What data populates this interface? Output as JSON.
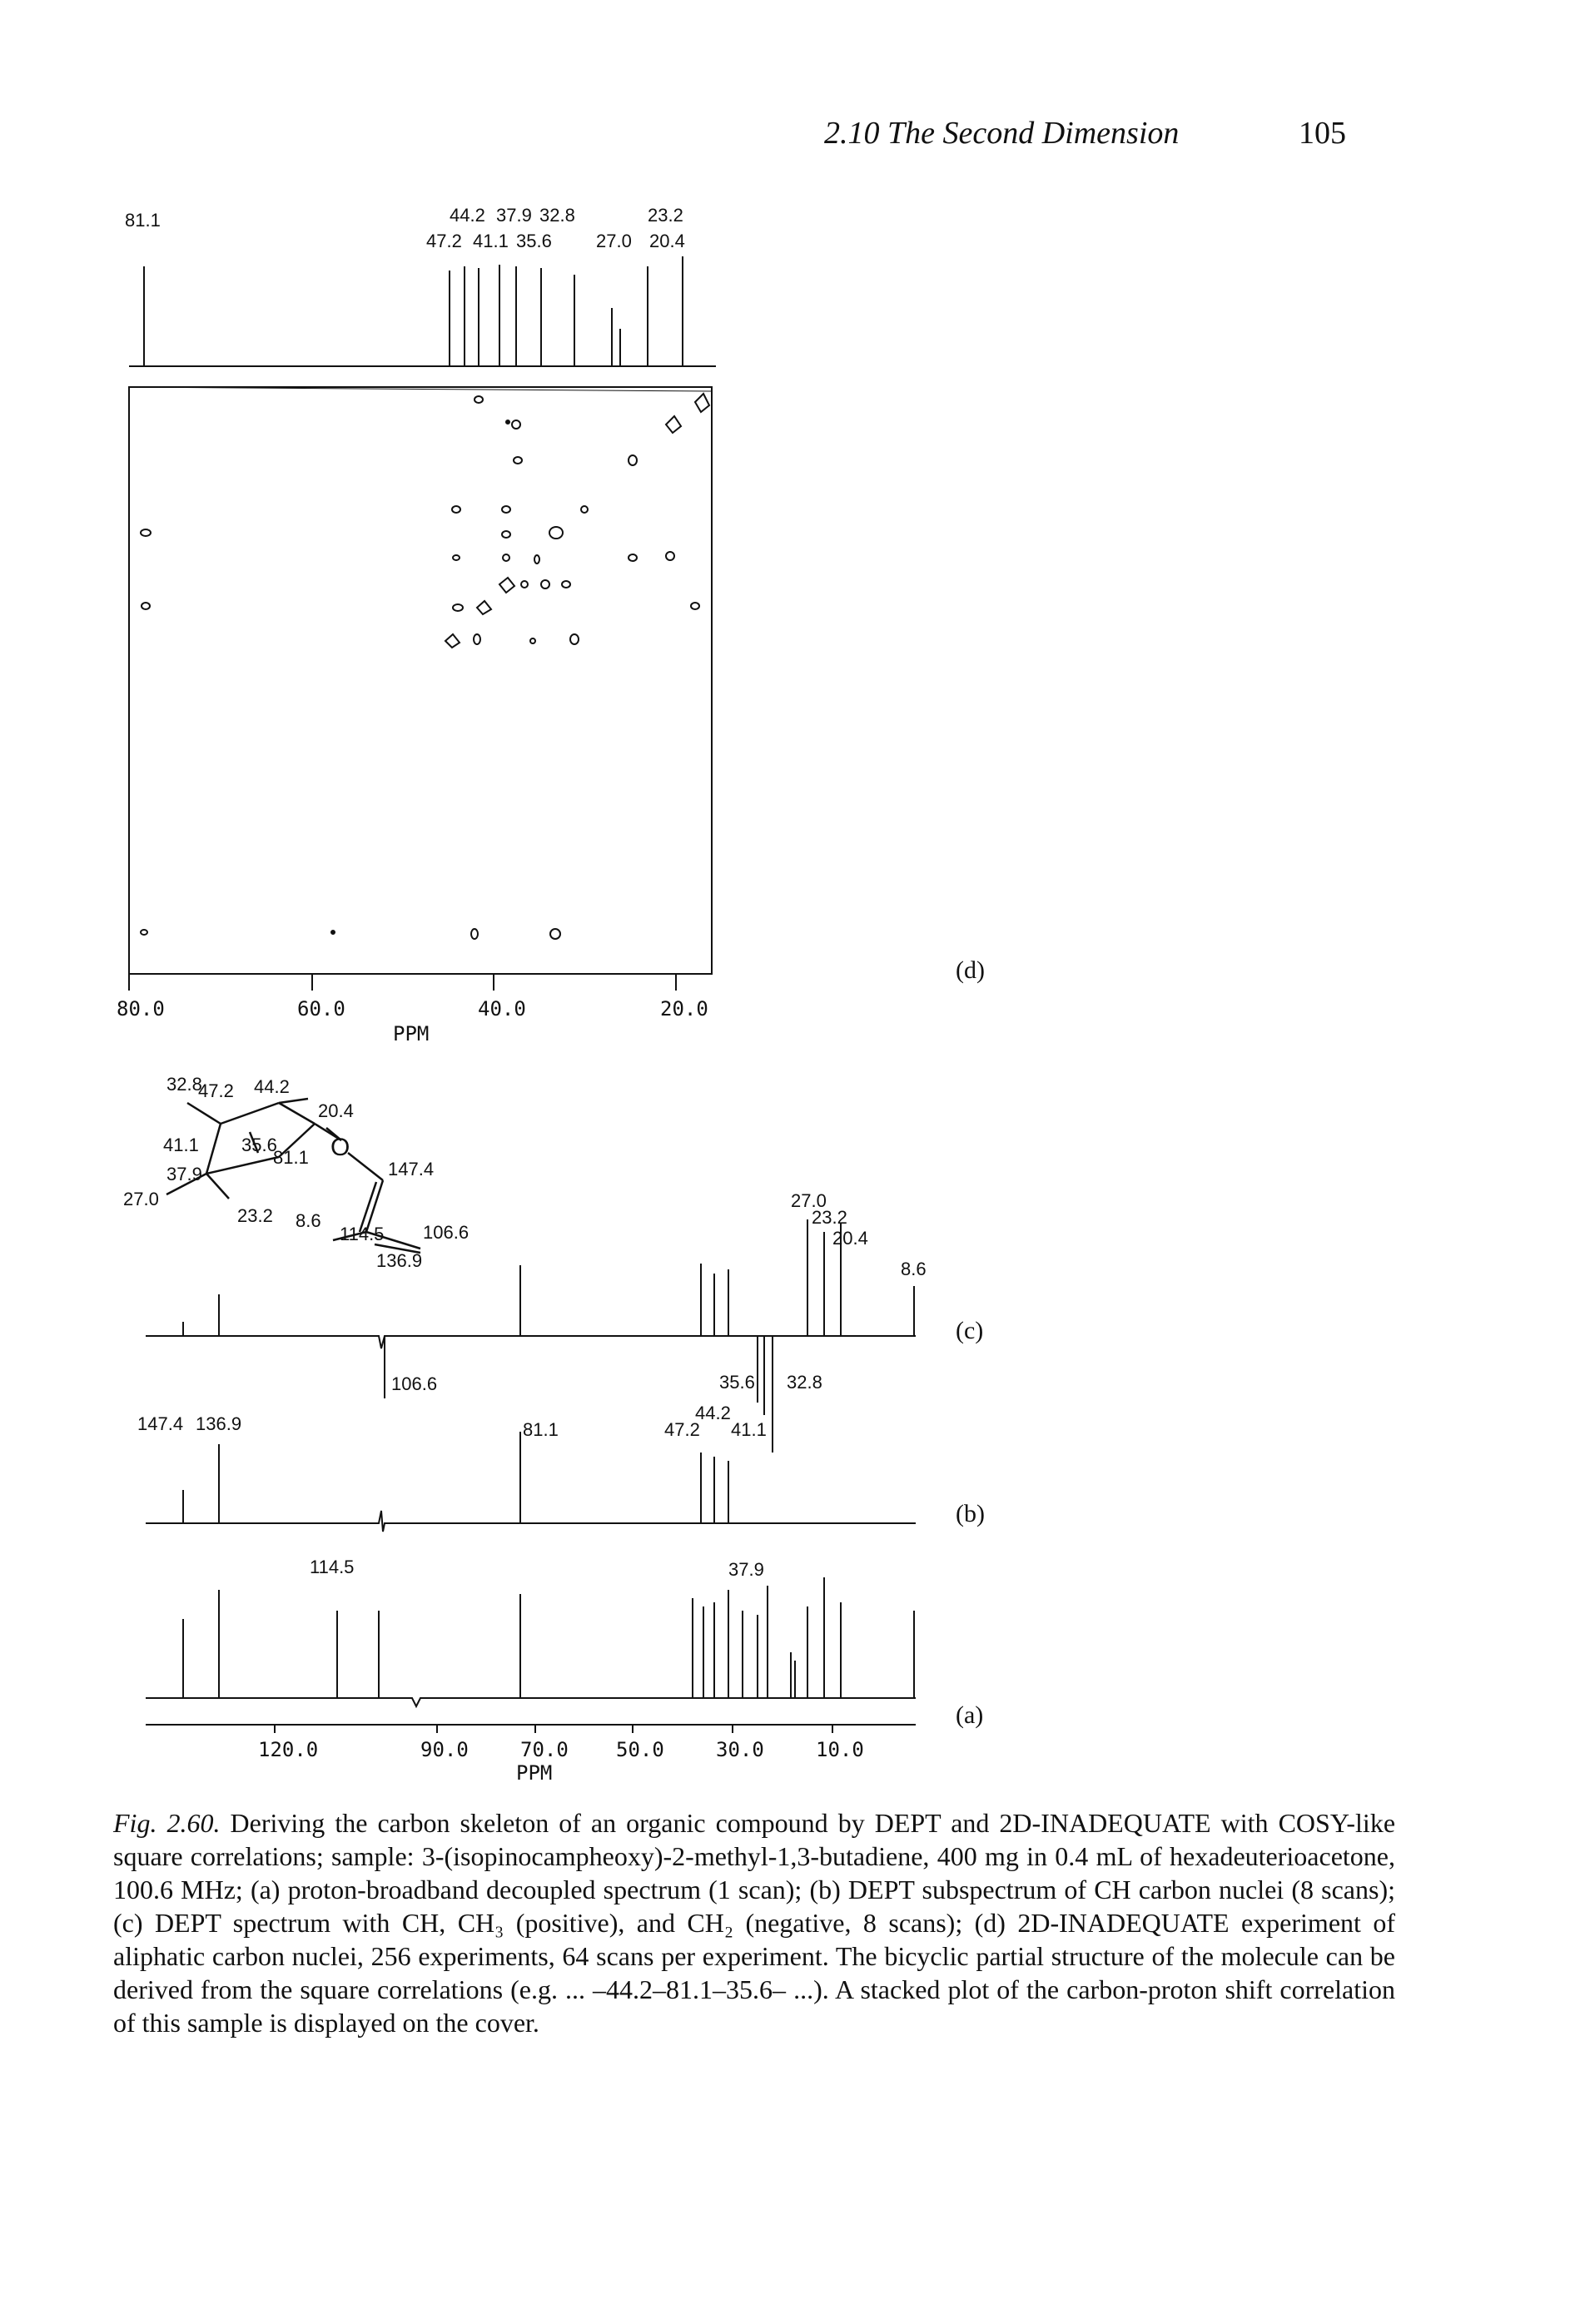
{
  "header": {
    "running_title": "2.10 The Second Dimension",
    "page_number": "105"
  },
  "panel_d": {
    "label": "(d)",
    "peak_labels_top_row": [
      "44.2",
      "37.9",
      "32.8",
      "23.2"
    ],
    "peak_labels_bottom_row": [
      "47.2",
      "41.1",
      "35.6",
      "27.0",
      "20.4"
    ],
    "peak_label_left": "81.1",
    "axis_ticks": [
      "80.0",
      "60.0",
      "40.0",
      "20.0"
    ],
    "axis_unit": "PPM"
  },
  "structure": {
    "labels": [
      "32.8",
      "47.2",
      "44.2",
      "20.4",
      "41.1",
      "35.6",
      "81.1",
      "37.9",
      "27.0",
      "23.2",
      "8.6",
      "114.5",
      "147.4",
      "106.6",
      "136.9"
    ],
    "atom": "O"
  },
  "panel_c": {
    "label": "(c)",
    "labels": [
      "27.0",
      "23.2",
      "20.4",
      "8.6",
      "106.6",
      "35.6",
      "32.8"
    ]
  },
  "panel_b": {
    "label": "(b)",
    "labels": [
      "147.4",
      "136.9",
      "81.1",
      "44.2",
      "47.2",
      "41.1"
    ]
  },
  "panel_a": {
    "label": "(a)",
    "labels": [
      "114.5",
      "37.9"
    ],
    "axis_ticks": [
      "120.0",
      "90.0",
      "70.0",
      "50.0",
      "30.0",
      "10.0"
    ],
    "axis_unit": "PPM"
  },
  "caption": {
    "fig_label": "Fig. 2.60.",
    "text": "Deriving the carbon skeleton of an organic compound by DEPT and 2D-INADEQUATE with COSY-like square correlations; sample: 3-(isopinocampheoxy)-2-methyl-1,3-butadiene, 400 mg in 0.4 mL of hexadeuterioacetone, 100.6 MHz; (a) proton-broadband decoupled spectrum (1 scan); (b) DEPT subspectrum of CH carbon nuclei (8 scans); (c) DEPT spectrum with CH, CH₃ (positive), and CH₂ (negative, 8 scans); (d) 2D-INADEQUATE experiment of aliphatic carbon nuclei, 256 experiments, 64 scans per experiment. The bicyclic partial structure of the molecule can be derived from the square correlations (e.g. ... –44.2–81.1–35.6– ...). A stacked plot of the carbon-proton shift correlation of this sample is displayed on the cover."
  }
}
